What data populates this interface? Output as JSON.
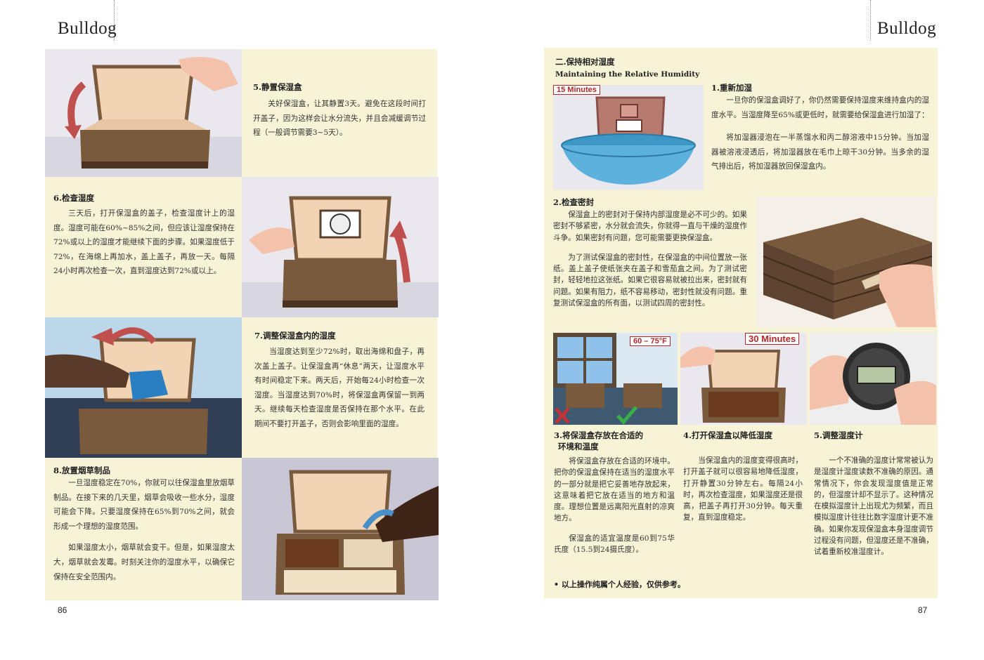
{
  "brand": "Bulldog",
  "left_page": {
    "page_number": "86",
    "step5": {
      "title": "5.静置保湿盒",
      "body": "关好保湿盒，让其静置3天。避免在这段时间打开盖子，因为这样会让水分流失，并且会减缓调节过程（一般调节需要3~5天）。"
    },
    "step6": {
      "title": "6.检查湿度",
      "body": "三天后，打开保湿盒的盖子，检查湿度计上的湿度。湿度可能在60%~85%之间，但应该让湿度保持在72%或以上的湿度才能继续下面的步骤。如果湿度低于72%，在海绵上再加水，盖上盖子，再放一天。每隔24小时再次检查一次，直到湿度达到72%或以上。"
    },
    "step7": {
      "title": "7.调整保湿盒内的湿度",
      "body": "当湿度达到至少72%时，取出海绵和盘子，再次盖上盖子。让保湿盒再“休息”两天，让湿度水平有时间稳定下来。两天后，开始每24小时检查一次湿度。当湿度达到70%时，将保湿盒再保留一到两天。继续每天检查湿度是否保持在那个水平。在此期间不要打开盖子，否则会影响里面的湿度。"
    },
    "step8": {
      "title": "8.放置烟草制品",
      "body1": "一旦湿度稳定在70%，你就可以往保湿盒里放烟草制品。在接下来的几天里，烟草会吸收一些水分，湿度可能会下降。只要湿度保持在65%到70%之间，就会形成一个理想的湿度范围。",
      "body2": "如果湿度太小，烟草就会变干。但是，如果湿度太大，烟草就会发霉。时刻关注你的湿度水平，以确保它保持在安全范围内。"
    }
  },
  "right_page": {
    "page_number": "87",
    "section_title_cn": "二.保持相对湿度",
    "section_title_en": "Maintaining the Relative Humidity",
    "step1": {
      "tag": "15 Minutes",
      "title": "1.重新加湿",
      "body1": "一旦你的保湿盒调好了，你仍然需要保持湿度来维持盒内的湿度水平。当湿度降至65%或更低时，就需要给保湿盒进行加湿了：",
      "body2": "将加湿器浸泡在一半蒸馏水和丙二醇溶液中15分钟。当加湿器被溶液浸透后，将加湿器放在毛巾上晾干30分钟。当多余的湿气排出后，将加湿器放回保湿盒内。"
    },
    "step2": {
      "title": "2.检查密封",
      "body1": "保湿盒上的密封对于保持内部湿度是必不可少的。如果密封不够紧密，水分就会流失，你就得一直与干燥的湿度作斗争。如果密封有问题，您可能需要更换保湿盒。",
      "body2": "为了测试保湿盒的密封性，在保湿盒的中间位置放一张纸。盖上盖子使纸张夹在盖子和雪茄盒之间。为了测试密封，轻轻地拉这张纸。如果它很容易就被拉出来，密封就有问题。如果有阻力，纸不容易移动，密封性就没有问题。重复测试保湿盒的所有面，以测试四周的密封性。"
    },
    "step3": {
      "tag": "60 – 75°F",
      "title_line1": "3.将保湿盒存放在合适的",
      "title_line2": "环境和温度",
      "body1": "将保湿盒存放在合适的环境中。把你的保湿盒保持在适当的湿度水平的一部分就是把它妥善地存放起来，这意味着把它放在适当的地方和温度。理想位置是远离阳光直射的凉爽地方。",
      "body2": "保湿盒的适宜温度是60到75华氏度（15.5到24摄氏度）。"
    },
    "step4": {
      "tag": "30 Minutes",
      "title": "4.打开保湿盒以降低湿度",
      "body": "当保湿盒内的湿度变得很高时，打开盖子就可以很容易地降低湿度，打开静置30分钟左右。每隔24小时，再次检查湿度，如果湿度还是很高，把盖子再打开30分钟。每天重复，直到湿度稳定。"
    },
    "step5": {
      "title": "5.调整湿度计",
      "body": "一个不准确的湿度计常常被认为是湿度计湿度读数不准确的原因。通常情况下，你会发现湿度值是正常的，但湿度计却不显示了。这种情况在模拟湿度计上出现尤为频繁，而且模拟湿度计往往比数字湿度计更不准确。如果你发现保湿盒本身湿度调节过程没有问题，但湿度还是不准确，试着重新校准湿度计。"
    },
    "footnote": "• 以上操作纯属个人经验，仅供参考。"
  },
  "colors": {
    "cream_panel": "#f7f3d6",
    "box_wood": "#7a5a3c",
    "box_inner": "#f2d3b4",
    "accent_red": "#b3262a"
  }
}
